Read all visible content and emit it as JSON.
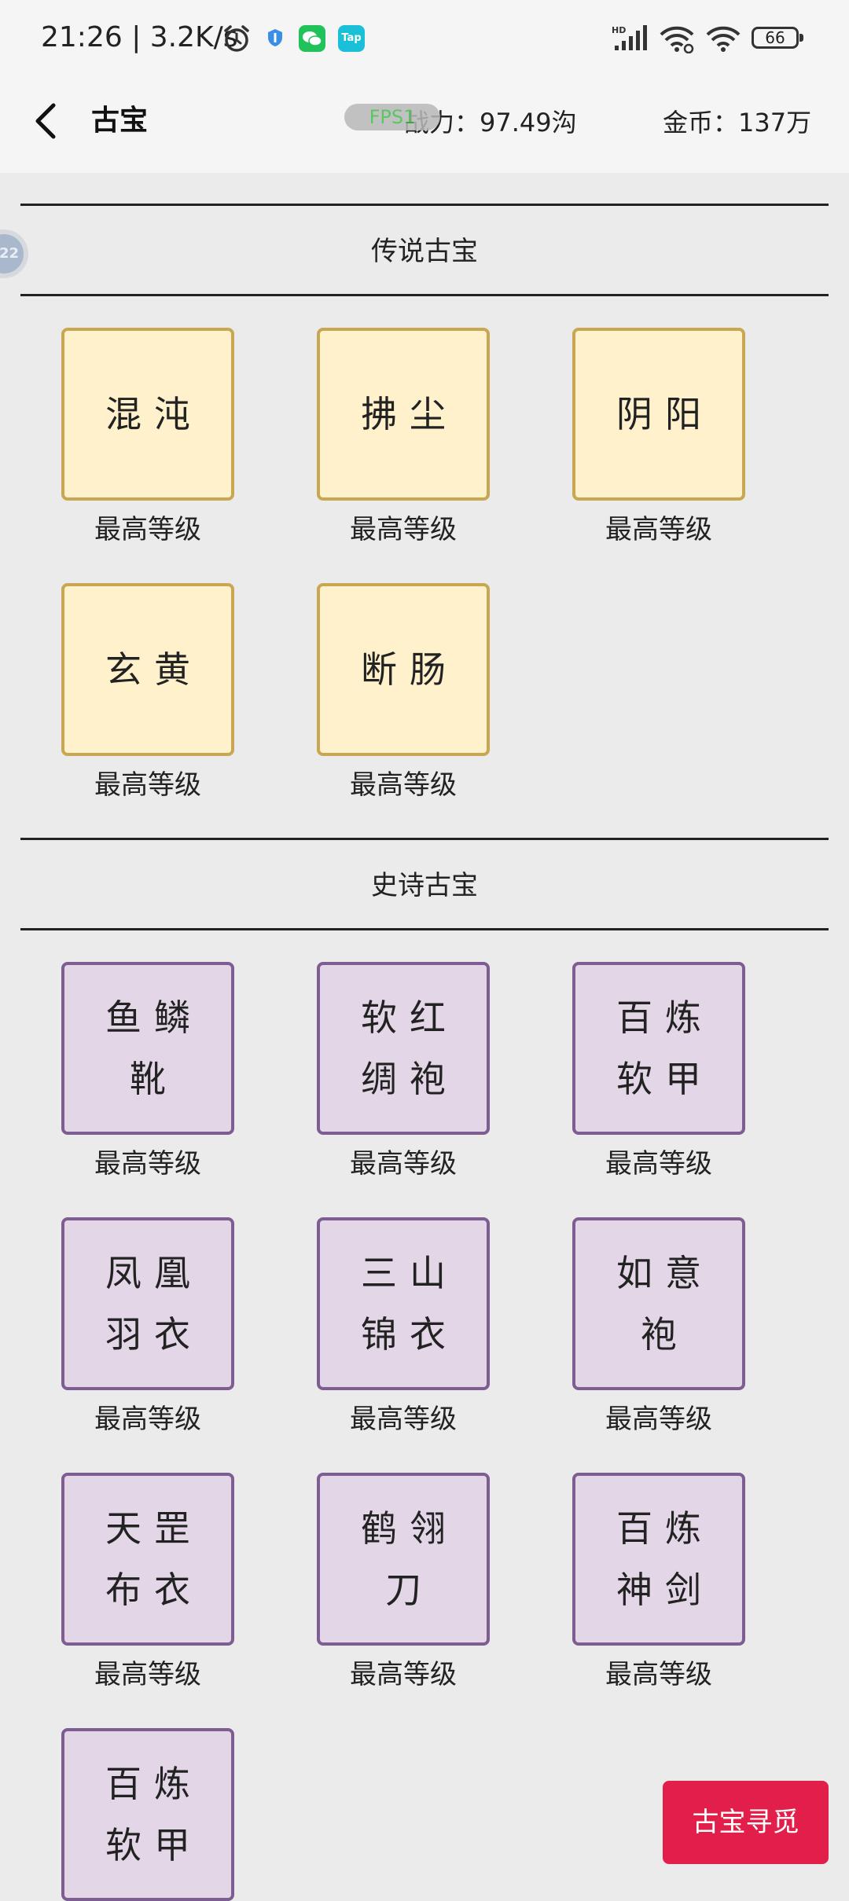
{
  "status_bar": {
    "time_speed": "21:26 | 3.2K/s",
    "battery": "66",
    "tap_badge": "Tap",
    "hd_label": "HD"
  },
  "header": {
    "title": "古宝",
    "fps": "FPS1",
    "power": "战力：97.49沟",
    "gold": "金币：137万"
  },
  "float_bubble": "22",
  "sections": {
    "legend": {
      "title": "传说古宝",
      "items": [
        {
          "lines": [
            "混沌"
          ],
          "level": "最高等级"
        },
        {
          "lines": [
            "拂尘"
          ],
          "level": "最高等级"
        },
        {
          "lines": [
            "阴阳"
          ],
          "level": "最高等级"
        },
        {
          "lines": [
            "玄黄"
          ],
          "level": "最高等级"
        },
        {
          "lines": [
            "断肠"
          ],
          "level": "最高等级"
        }
      ]
    },
    "epic": {
      "title": "史诗古宝",
      "items": [
        {
          "lines": [
            "鱼鳞",
            "靴"
          ],
          "level": "最高等级"
        },
        {
          "lines": [
            "软红",
            "绸袍"
          ],
          "level": "最高等级"
        },
        {
          "lines": [
            "百炼",
            "软甲"
          ],
          "level": "最高等级"
        },
        {
          "lines": [
            "凤凰",
            "羽衣"
          ],
          "level": "最高等级"
        },
        {
          "lines": [
            "三山",
            "锦衣"
          ],
          "level": "最高等级"
        },
        {
          "lines": [
            "如意",
            "袍"
          ],
          "level": "最高等级"
        },
        {
          "lines": [
            "天罡",
            "布衣"
          ],
          "level": "最高等级"
        },
        {
          "lines": [
            "鹤翎",
            "刀"
          ],
          "level": "最高等级"
        },
        {
          "lines": [
            "百炼",
            "神剑"
          ],
          "level": "最高等级"
        },
        {
          "lines": [
            "百炼",
            "软甲"
          ],
          "level": ""
        }
      ]
    }
  },
  "search_button": "古宝寻觅",
  "colors": {
    "legend_fill": "#fff1cb",
    "legend_border": "#c8a652",
    "epic_fill": "#e3d6e7",
    "epic_border": "#7e5d92",
    "button": "#e21f4a"
  }
}
